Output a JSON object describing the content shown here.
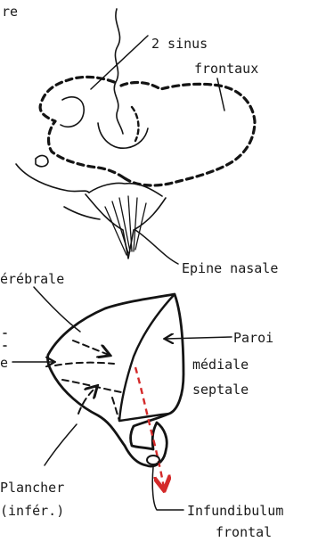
{
  "labels": {
    "top_left_fragment": "re",
    "sinus_line1": "2 sinus",
    "sinus_line2": "frontaux",
    "epine": "Epine nasale",
    "cerebrale": "érébrale",
    "left_mid_fragment": "e",
    "paroi_line1": "Paroi",
    "paroi_line2": "médiale",
    "paroi_line3": "septale",
    "plancher_line1": "Plancher",
    "plancher_line2": "(infér.)",
    "infundibulum_line1": "Infundibulum",
    "infundibulum_line2": "frontal"
  },
  "colors": {
    "ink": "#141414",
    "arrow_red": "#d42a2a"
  }
}
